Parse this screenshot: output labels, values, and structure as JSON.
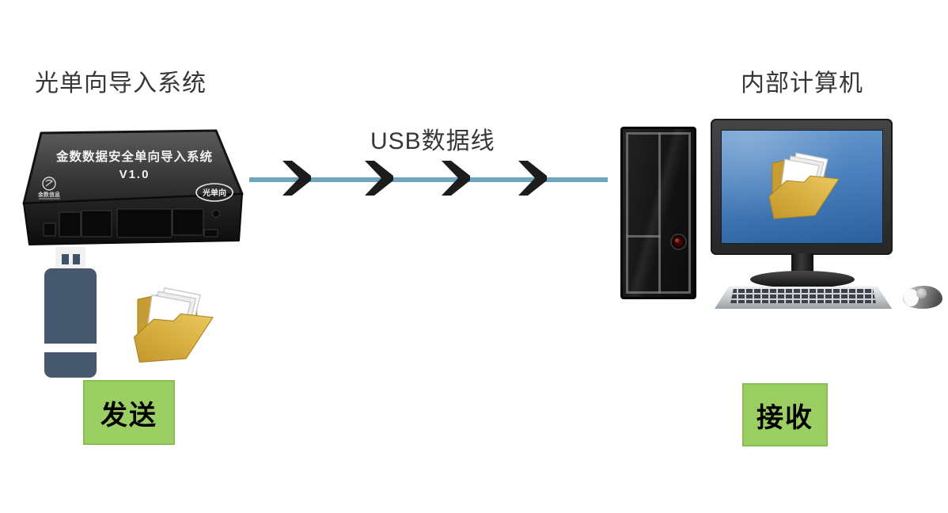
{
  "page": {
    "background": "#ffffff"
  },
  "labels": {
    "left_title": "光单向导入系统",
    "cable_label": "USB数据线",
    "right_title": "内部计算机"
  },
  "device": {
    "title": "金数数据安全单向导入系统",
    "version": "V1.0",
    "logo_text": "金数信息",
    "badge": "光单向"
  },
  "actions": {
    "send_label": "发送",
    "receive_label": "接收"
  },
  "icons": {
    "left_media": [
      "usb-drive-icon",
      "folder-icon"
    ],
    "flow": [
      "flow-arrow-icon",
      "flow-arrow-icon",
      "flow-arrow-icon",
      "flow-arrow-icon"
    ],
    "right_computer": [
      "computer-tower",
      "monitor",
      "folder-icon",
      "keyboard-icon",
      "mouse-icon"
    ]
  },
  "colors": {
    "cable": "#6fa6bd",
    "arrow": "#1c1c1c",
    "action_bg": "#9bce63",
    "action_border": "#88bf52",
    "action_text": "#000000",
    "screen_top": "#6a9bd0",
    "screen_bottom": "#2b5f9e",
    "folder_gold": "#d9ae3e",
    "usb_body": "#46586e"
  }
}
